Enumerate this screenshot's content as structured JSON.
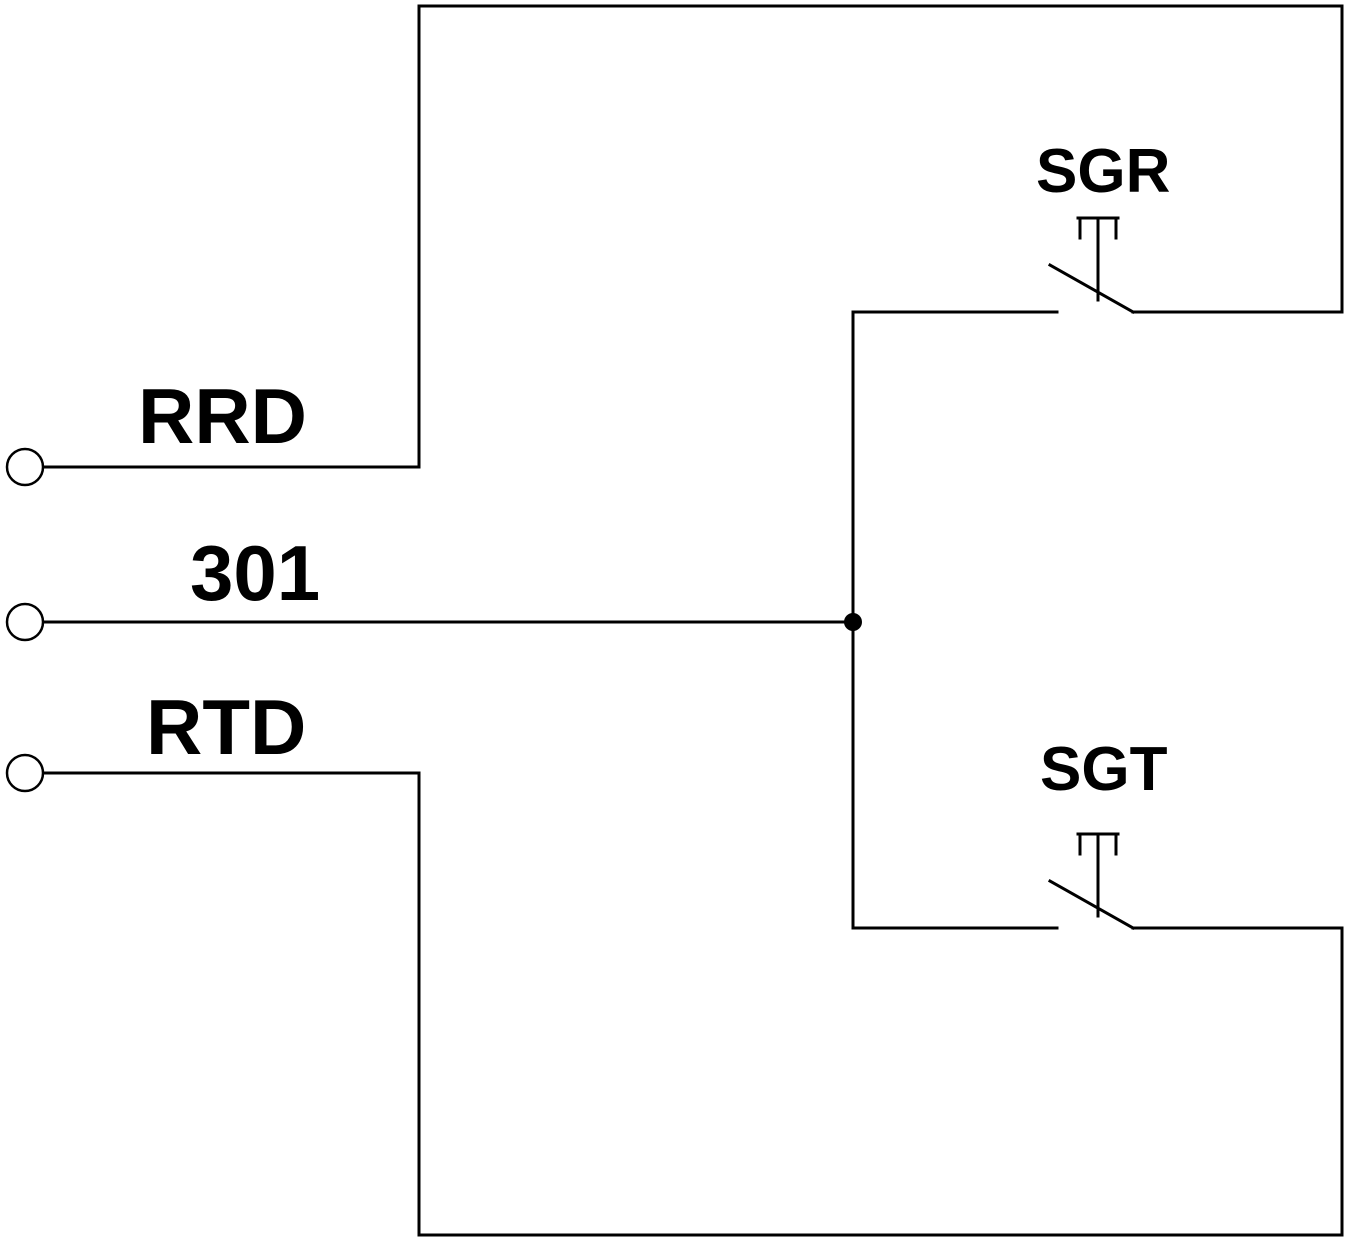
{
  "diagram": {
    "type": "circuit-schematic",
    "labels": {
      "rrd": "RRD",
      "n301": "301",
      "rtd": "RTD",
      "sgr": "SGR",
      "sgt": "SGT"
    },
    "components": [
      {
        "id": "sgr",
        "kind": "push-button-switch",
        "state": "normally-open"
      },
      {
        "id": "sgt",
        "kind": "push-button-switch",
        "state": "normally-open"
      }
    ],
    "terminals": [
      "rrd",
      "n301",
      "rtd"
    ],
    "connections": [
      {
        "from": "rrd",
        "to": "sgr",
        "side": "right"
      },
      {
        "from": "n301",
        "to": "junction"
      },
      {
        "from": "junction",
        "to": "sgr",
        "side": "left"
      },
      {
        "from": "junction",
        "to": "sgt",
        "side": "left"
      },
      {
        "from": "rtd",
        "to": "sgt",
        "side": "right"
      }
    ],
    "colors": {
      "line": "#000000",
      "background": "#ffffff"
    }
  }
}
